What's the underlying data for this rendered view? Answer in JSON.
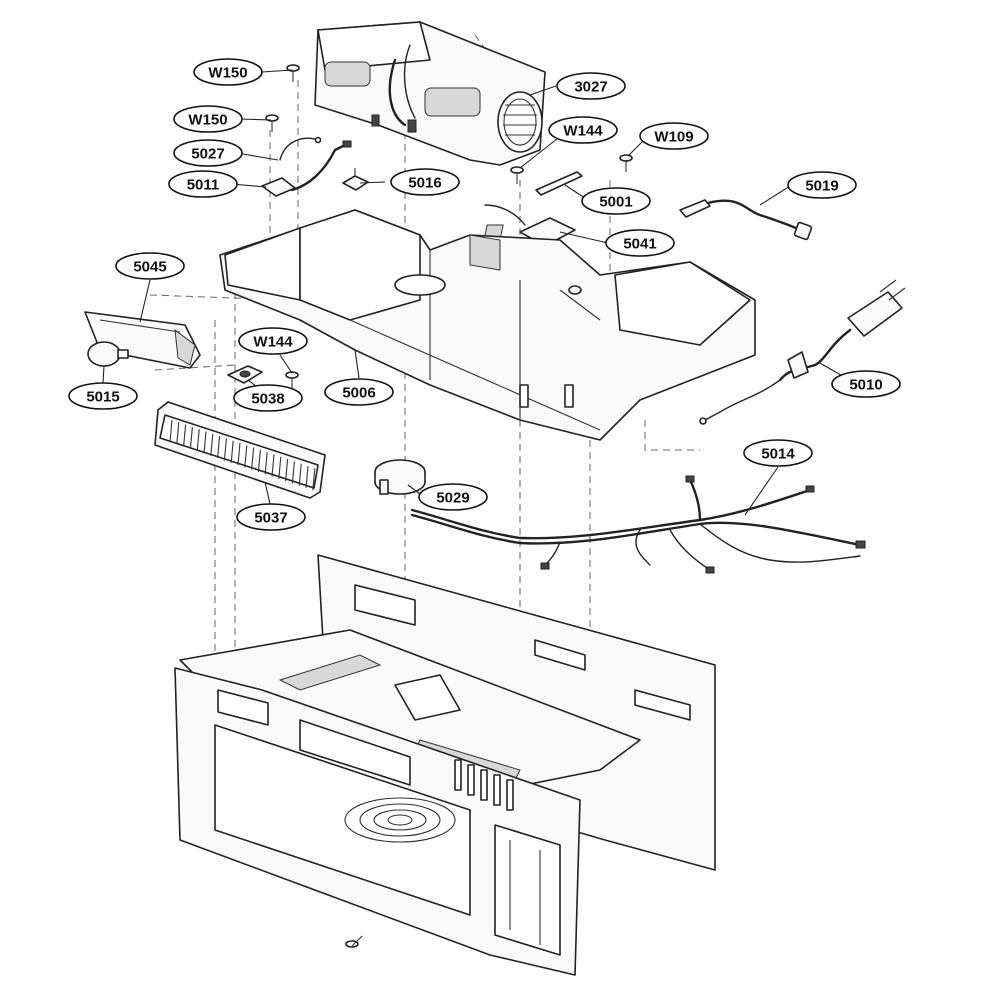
{
  "callouts": [
    {
      "id": "w150-top",
      "label": "W150"
    },
    {
      "id": "3027",
      "label": "3027"
    },
    {
      "id": "w150-second",
      "label": "W150"
    },
    {
      "id": "w144-top",
      "label": "W144"
    },
    {
      "id": "w109",
      "label": "W109"
    },
    {
      "id": "5027",
      "label": "5027"
    },
    {
      "id": "5011",
      "label": "5011"
    },
    {
      "id": "5016",
      "label": "5016"
    },
    {
      "id": "5019",
      "label": "5019"
    },
    {
      "id": "5001",
      "label": "5001"
    },
    {
      "id": "5041",
      "label": "5041"
    },
    {
      "id": "5045",
      "label": "5045"
    },
    {
      "id": "w144-mid",
      "label": "W144"
    },
    {
      "id": "5010",
      "label": "5010"
    },
    {
      "id": "5015",
      "label": "5015"
    },
    {
      "id": "5038",
      "label": "5038"
    },
    {
      "id": "5006",
      "label": "5006"
    },
    {
      "id": "5014",
      "label": "5014"
    },
    {
      "id": "5029",
      "label": "5029"
    },
    {
      "id": "5037",
      "label": "5037"
    }
  ]
}
